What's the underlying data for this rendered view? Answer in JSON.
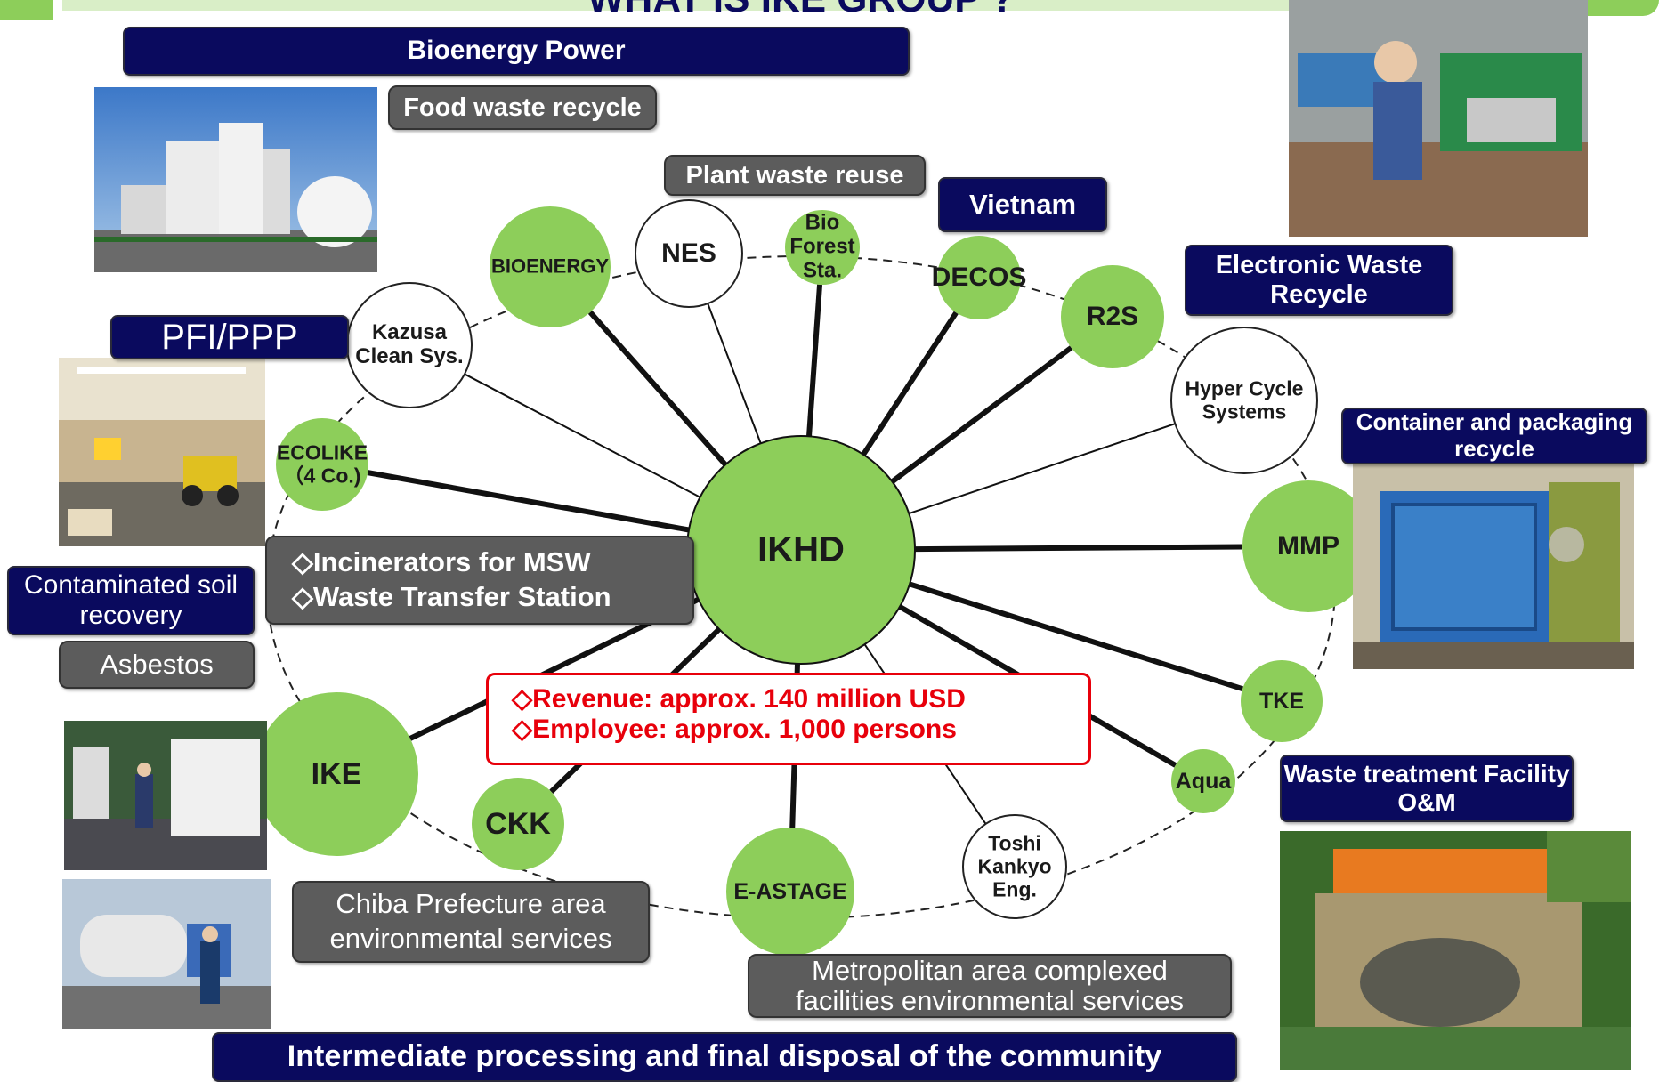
{
  "title": "WHAT IS IKE GROUP ?",
  "hub": "IKHD",
  "labels": {
    "bioenergy_power": "Bioenergy Power",
    "food_waste": "Food waste recycle",
    "plant_waste": "Plant waste reuse",
    "vietnam": "Vietnam",
    "electronic_waste": "Electronic Waste Recycle",
    "pfi_ppp": "PFI/PPP",
    "container_packaging": "Container and packaging recycle",
    "contaminated_soil": "Contaminated soil recovery",
    "asbestos": "Asbestos",
    "waste_treatment": "Waste treatment Facility O&M",
    "chiba": "Chiba Prefecture area environmental services",
    "metropolitan": "Metropolitan area complexed facilities environmental services",
    "intermediate": "Intermediate processing and final disposal of the community"
  },
  "incinerators": [
    "◇Incinerators for MSW",
    "◇Waste Transfer Station"
  ],
  "stats": [
    "◇Revenue:  approx. 140 million USD",
    "◇Employee: approx. 1,000 persons"
  ],
  "nodes": [
    {
      "id": "bioenergy",
      "text": "BIOENERGY",
      "color": "green"
    },
    {
      "id": "nes",
      "text": "NES",
      "color": "white"
    },
    {
      "id": "bioforest",
      "text": "Bio\nForest\nSta.",
      "color": "green"
    },
    {
      "id": "decos",
      "text": "DECOS",
      "color": "green"
    },
    {
      "id": "r2s",
      "text": "R2S",
      "color": "green"
    },
    {
      "id": "hypercycle",
      "text": "Hyper Cycle\nSystems",
      "color": "white"
    },
    {
      "id": "mmp",
      "text": "MMP",
      "color": "green"
    },
    {
      "id": "tke",
      "text": "TKE",
      "color": "green"
    },
    {
      "id": "aqua",
      "text": "Aqua",
      "color": "green"
    },
    {
      "id": "toshi",
      "text": "Toshi\nKankyo\nEng.",
      "color": "white"
    },
    {
      "id": "eastage",
      "text": "E-ASTAGE",
      "color": "green"
    },
    {
      "id": "ckk",
      "text": "CKK",
      "color": "green"
    },
    {
      "id": "ike",
      "text": "IKE",
      "color": "green"
    },
    {
      "id": "ecolike",
      "text": "ECOLIKE\n（4 Co.)",
      "color": "green"
    },
    {
      "id": "kazusa",
      "text": "Kazusa\nClean Sys.",
      "color": "white"
    }
  ],
  "colors": {
    "green": "#8dce5a",
    "navy": "#0a0a5e",
    "grey": "#5c5c5c",
    "red": "#e8000b"
  }
}
